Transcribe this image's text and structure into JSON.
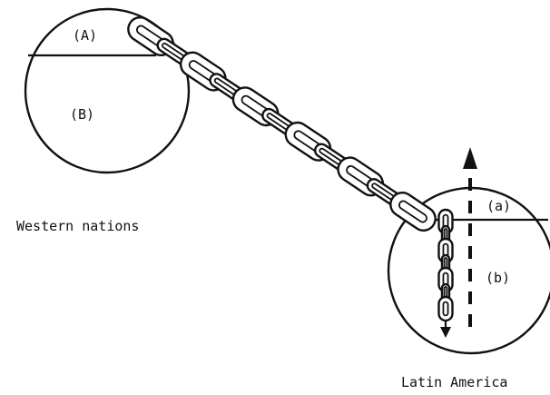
{
  "diagram": {
    "western": {
      "caption": "Western nations",
      "upper_label": "(A)",
      "lower_label": "(B)"
    },
    "latin": {
      "caption": "Latin America",
      "upper_label": "(a)",
      "lower_label": "(b)"
    },
    "colors": {
      "ink": "#111111",
      "background": "#ffffff"
    },
    "icons": {
      "chain": "chain-icon",
      "upward_arrow": "dashed-up-arrow-icon",
      "downward_arrow": "down-arrow-icon"
    }
  }
}
